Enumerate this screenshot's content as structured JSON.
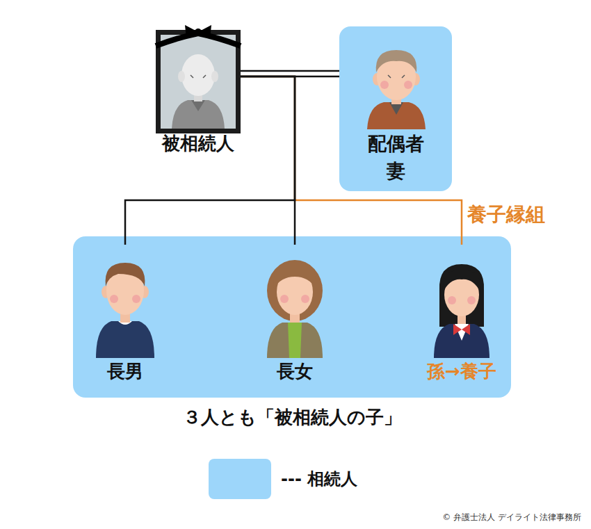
{
  "diagram": {
    "nodes": [
      {
        "text": [
          "被相続人"
        ]
      },
      {
        "text": [
          "配偶者",
          "妻"
        ]
      },
      {
        "text": [
          "３人とも「被相続人の子」"
        ]
      },
      {
        "text": [
          "長男"
        ],
        "in": 2
      },
      {
        "text": [
          "長女"
        ],
        "in": 2
      },
      {
        "text": [
          "孫→養子"
        ],
        "in": 2
      }
    ],
    "edges": [
      {
        "from": 0,
        "to": 1,
        "arrow": "none"
      },
      {
        "from": 0,
        "to": 3,
        "arrow": "none"
      },
      {
        "from": 0,
        "to": 4,
        "arrow": "none"
      },
      {
        "from": 0,
        "to": 5,
        "arrow": "none",
        "label": "養子縁組"
      }
    ],
    "labels": [
      "© 弁護士法人 デイライト法律事務所"
    ],
    "legend": [
      {
        "text": "--- 相続人",
        "color": "#9dd6fa"
      }
    ]
  }
}
